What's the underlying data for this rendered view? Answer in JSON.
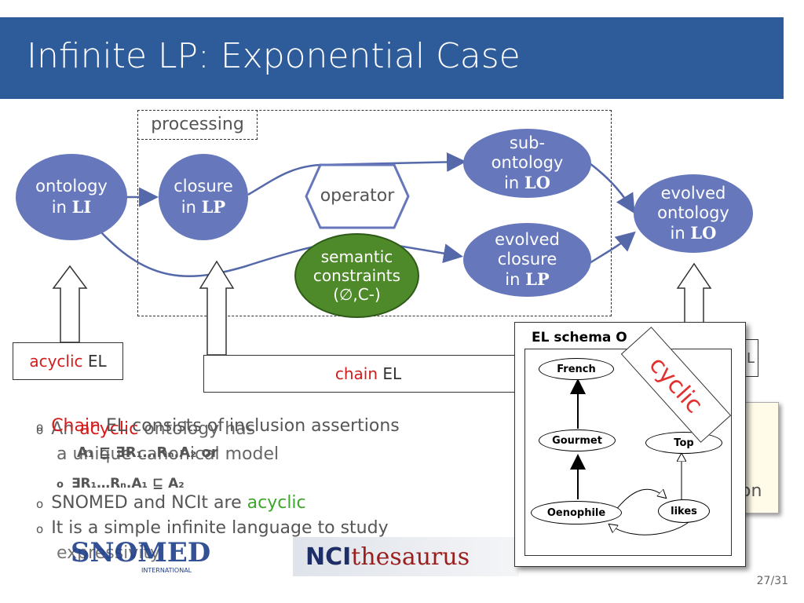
{
  "title": "Infinite LP: Exponential Case",
  "processing_label": "processing",
  "nodes": {
    "ontology_li": {
      "line1": "ontology",
      "line2_prefix": "in ",
      "line2_bold": "LI"
    },
    "closure_lp": {
      "line1": "closure",
      "line2_prefix": "in ",
      "line2_bold": "LP"
    },
    "operator": "operator",
    "semantic": {
      "line1": "semantic",
      "line2": "constraints",
      "line3": "(∅,C-)"
    },
    "sub_ontology": {
      "line1": "sub-",
      "line2": "ontology",
      "line3_prefix": "in ",
      "line3_bold": "LO"
    },
    "evolved_closure": {
      "line1": "evolved",
      "line2": "closure",
      "line3_prefix": "in ",
      "line3_bold": "LP"
    },
    "evolved_ontology": {
      "line1": "evolved",
      "line2": "ontology",
      "line3_prefix": "in ",
      "line3_bold": "LO"
    }
  },
  "inputs": {
    "acyclic_el": {
      "red": "acyclic",
      "rest": " EL"
    },
    "chain_el": {
      "red": "chain",
      "rest": " EL"
    }
  },
  "bullets_back": [
    {
      "prefix": "An ",
      "red": "acyclic",
      "rest": " ontology has"
    },
    {
      "text": "a unique canonical model"
    }
  ],
  "bullets_front": [
    {
      "red": "Chain",
      "rest": " EL consists of inclusion assertions"
    },
    {
      "text": "A₁ ⊑ ∃R₁…Rₙ.A₂ or"
    },
    {
      "text": "∃R₁…Rₙ.A₁ ⊑ A₂"
    },
    {
      "prefix": "SNOMED and NCIt are ",
      "green": "acyclic"
    },
    {
      "text": "It is a simple infinite language to study"
    },
    {
      "text": "expressivity"
    }
  ],
  "right_partial": "on",
  "right_partial_small": "L",
  "popup": {
    "title": "EL schema O",
    "cyclic": "cyclic",
    "nodes": {
      "french": "French",
      "gourmet": "Gourmet",
      "top": "Top",
      "oenophile": "Oenophile",
      "likes": "likes"
    }
  },
  "logos": {
    "snomed": "SNOMED",
    "snomed_sub": "INTERNATIONAL",
    "nci_bold": "NCI",
    "nci_rest": "thesaurus"
  },
  "page_number": "27/31",
  "colors": {
    "title_bar": "#2e5b9a",
    "node": "#6677bb",
    "constraint": "#4f8a2a",
    "red": "#d31c1c",
    "green": "#3ea62a"
  }
}
